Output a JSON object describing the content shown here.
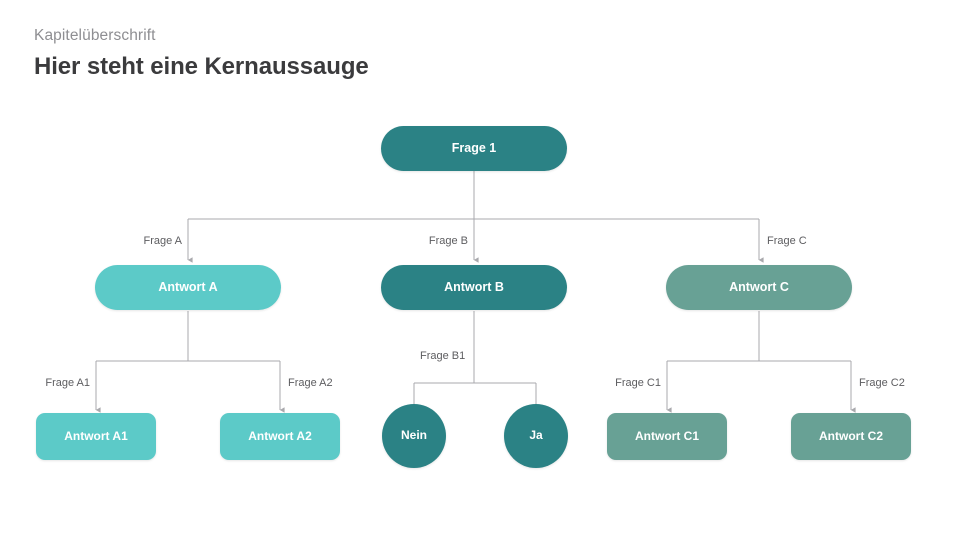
{
  "header": {
    "eyebrow": "Kapitelüberschrift",
    "headline": "Hier steht eine Kernaussauge"
  },
  "colors": {
    "dark_teal": "#2b8285",
    "light_turquoise": "#5ccac8",
    "sage_green": "#68a195",
    "connector_line": "#a9a9ad",
    "eyebrow_text": "#8e8e92",
    "headline_text": "#3b3b3d",
    "edge_label_text": "#5d5d60",
    "node_text": "#ffffff",
    "background": "#ffffff"
  },
  "diagram": {
    "type": "decision-tree",
    "root": {
      "label": "Frage 1",
      "shape": "pill",
      "tone": "dark_teal"
    },
    "level1": [
      {
        "edge_label": "Frage A",
        "label": "Antwort A",
        "shape": "pill",
        "tone": "light_turquoise"
      },
      {
        "edge_label": "Frage B",
        "label": "Antwort B",
        "shape": "pill",
        "tone": "dark_teal"
      },
      {
        "edge_label": "Frage C",
        "label": "Antwort C",
        "shape": "pill",
        "tone": "sage_green"
      }
    ],
    "level2": {
      "branch_a": {
        "children": [
          {
            "edge_label": "Frage A1",
            "label": "Antwort A1",
            "shape": "rect",
            "tone": "light_turquoise"
          },
          {
            "edge_label": "Frage A2",
            "label": "Antwort A2",
            "shape": "rect",
            "tone": "light_turquoise"
          }
        ]
      },
      "branch_b": {
        "group_label": "Frage B1",
        "children": [
          {
            "label": "Nein",
            "shape": "circle",
            "tone": "dark_teal"
          },
          {
            "label": "Ja",
            "shape": "circle",
            "tone": "dark_teal"
          }
        ]
      },
      "branch_c": {
        "children": [
          {
            "edge_label": "Frage C1",
            "label": "Antwort C1",
            "shape": "rect",
            "tone": "sage_green"
          },
          {
            "edge_label": "Frage C2",
            "label": "Antwort C2",
            "shape": "rect",
            "tone": "sage_green"
          }
        ]
      }
    }
  }
}
